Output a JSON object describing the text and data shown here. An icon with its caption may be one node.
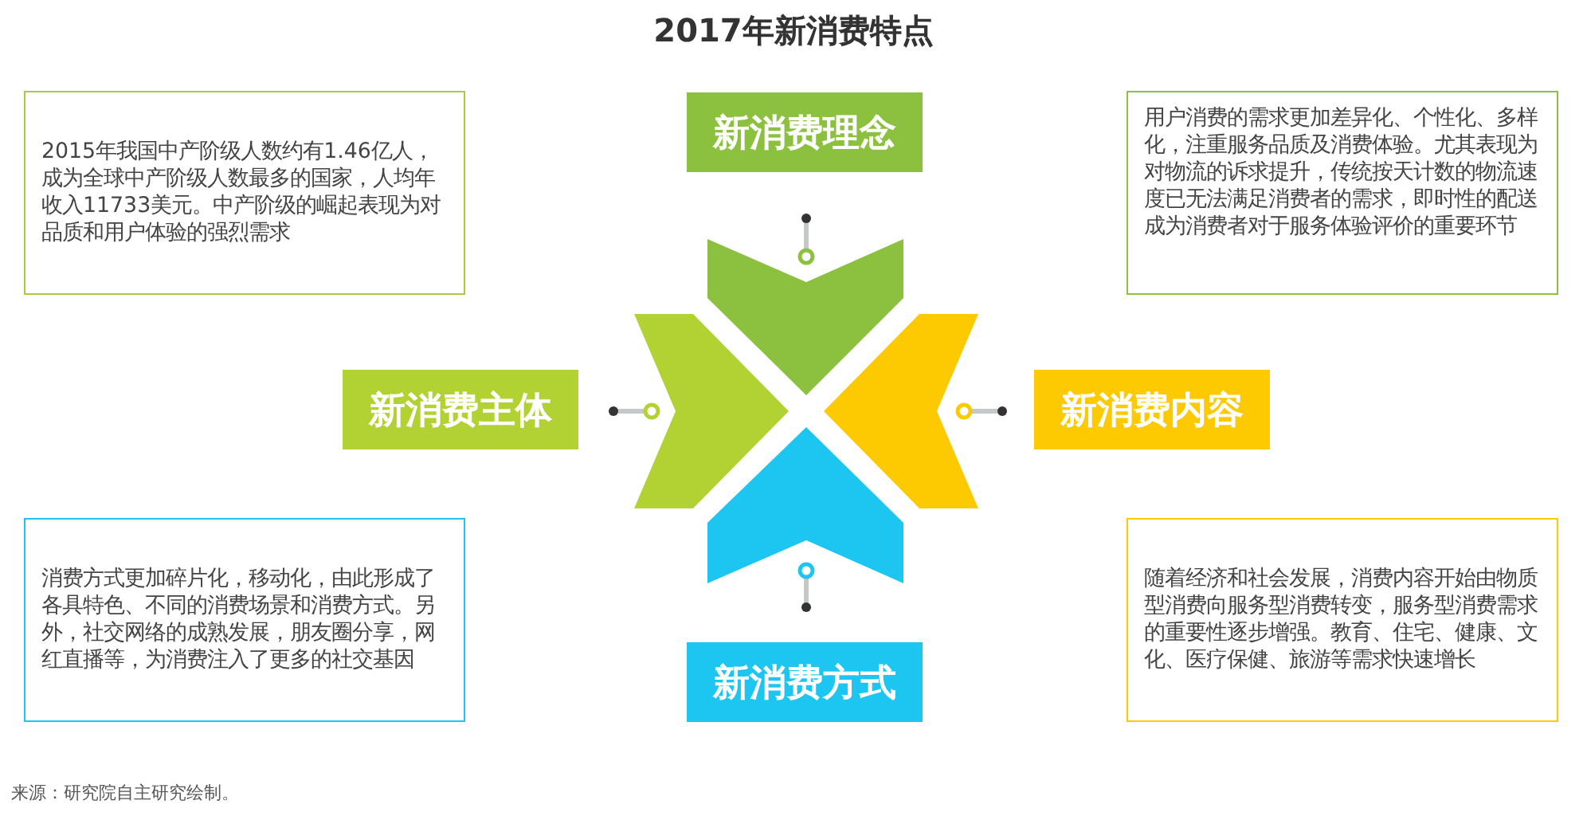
{
  "diagram": {
    "title": "2017年新消费特点",
    "nodes": [
      {
        "text": [
          "2015年我国中产阶级人数约有1.46亿人，成为全球中产阶级人数最多的国家，人均年收入11733美元。中产阶级的崛起表现为对品质和用户体验的强烈需求"
        ]
      },
      {
        "text": [
          "新消费理念"
        ]
      },
      {
        "text": [
          "用户消费的需求更加差异化、个性化、多样化，注重服务品质及消费体验。尤其表现为对物流的诉求提升，传统按天计数的物流速度已无法满足消费者的需求，即时性的配送成为消费者对于服务体验评价的重要环节"
        ]
      },
      {
        "text": [
          "新消费主体"
        ]
      },
      {
        "text": [
          "新消费内容"
        ]
      },
      {
        "text": [
          "消费方式更加碎片化，移动化，由此形成了各具特色、不同的消费场景和消费方式。另外，社交网络的成熟发展，朋友圈分享，网红直播等，为消费注入了更多的社交基因"
        ]
      },
      {
        "text": [
          "新消费方式"
        ]
      },
      {
        "text": [
          "随着经济和社会发展，消费内容开始由物质型消费向服务型消费转变，服务型消费需求的重要性逐步增强。教育、住宅、健康、文化、医疗保健、旅游等需求快速增长"
        ]
      }
    ],
    "labels": [
      "来源：研究院自主研究绘制。"
    ]
  }
}
